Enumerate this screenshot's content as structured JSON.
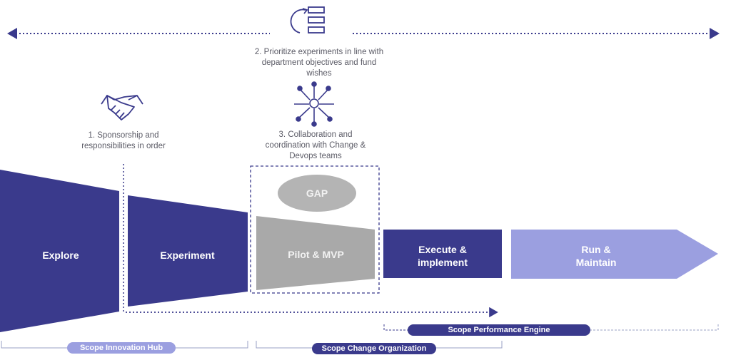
{
  "colors": {
    "dark": "#3a3a8c",
    "light": "#9b9fe0",
    "grey": "#a9a9a9",
    "gap": "#b4b4b4",
    "line": "#9aa0c6",
    "text": "#5b5b66"
  },
  "steps": {
    "prioritize": "2. Prioritize experiments in line with department objectives and fund wishes",
    "sponsorship": "1. Sponsorship and responsibilities in order",
    "collaboration": "3. Collaboration and coordination with Change & Devops teams"
  },
  "stages": {
    "explore": "Explore",
    "experiment": "Experiment",
    "pilot": "Pilot & MVP",
    "gap": "GAP",
    "execute": "Execute & implement",
    "run": "Run & Maintain"
  },
  "scopes": {
    "innovation": "Scope Innovation Hub",
    "change": "Scope Change Organization",
    "performance": "Scope Performance Engine"
  },
  "icons": [
    "prioritize-list-icon",
    "handshake-icon",
    "team-hands-icon"
  ]
}
